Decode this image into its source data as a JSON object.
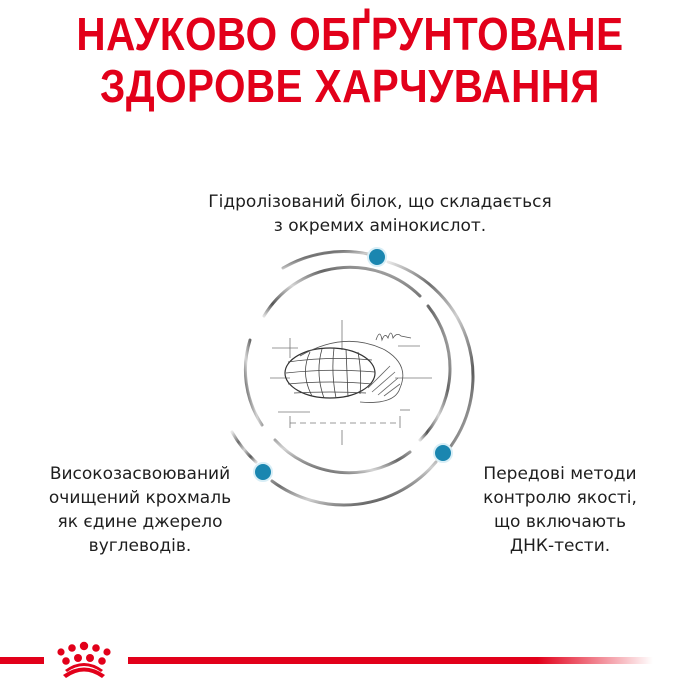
{
  "headline": {
    "line1": "НАУКОВО ОБҐРУНТОВАНЕ",
    "line2": "ЗДОРОВЕ ХАРЧУВАННЯ"
  },
  "benefits": [
    {
      "position": "top",
      "line1": "Гідролізований білок, що складається",
      "line2": "з окремих амінокислот."
    },
    {
      "position": "left",
      "line1": "Високозасвоюваний",
      "line2": "очищений крохмаль",
      "line3": "як єдине джерело",
      "line4": "вуглеводів."
    },
    {
      "position": "right",
      "line1": "Передові методи",
      "line2": "контролю якості,",
      "line3": "що включають",
      "line4": "ДНК-тести."
    }
  ],
  "colors": {
    "brand_red": "#e2001a",
    "accent_blue": "#1a86b0",
    "ring_grey": "#8a8a8a",
    "text": "#1e1e1e"
  },
  "icons": {
    "center": "kibble-sketch-icon",
    "brand": "royal-crown-logo"
  }
}
